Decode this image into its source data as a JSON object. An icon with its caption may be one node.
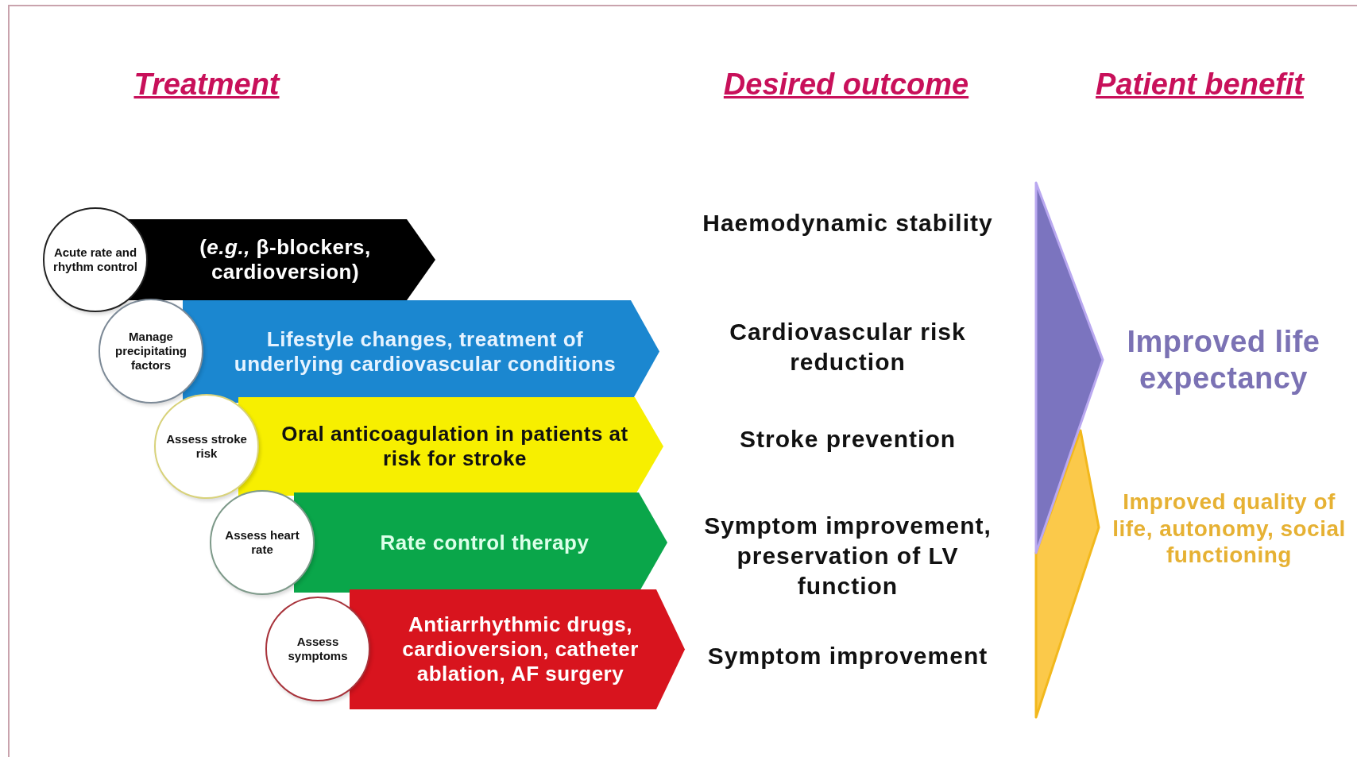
{
  "diagram": {
    "nodes": [
      {
        "text": [
          "Acute rate and rhythm control"
        ]
      },
      {
        "text": [
          "(*e.g.,* β-blockers, cardioversion)"
        ]
      },
      {
        "text": [
          "Manage precipitating factors"
        ]
      },
      {
        "text": [
          "Lifestyle changes, treatment of underlying cardiovascular conditions"
        ]
      },
      {
        "text": [
          "Assess stroke risk"
        ]
      },
      {
        "text": [
          "Oral anticoagulation in patients at risk for stroke"
        ]
      },
      {
        "text": [
          "Assess heart rate"
        ]
      },
      {
        "text": [
          "Rate control therapy"
        ]
      },
      {
        "text": [
          "Assess symptoms"
        ]
      },
      {
        "text": [
          "Antiarrhythmic drugs, cardioversion, catheter ablation, AF surgery"
        ]
      },
      {
        "text": [],
        "shape": "arrow",
        "beside": [
          "Improved life expectancy"
        ]
      },
      {
        "text": [],
        "shape": "arrow",
        "beside": [
          "Improved quality of life, autonomy, social functioning"
        ]
      }
    ],
    "labels": [
      "Treatment",
      "Desired outcome",
      "Patient benefit",
      "Haemodynamic stability",
      "Cardiovascular risk reduction",
      "Stroke prevention",
      "Symptom improvement, preservation of LV function",
      "Symptom improvement"
    ]
  }
}
